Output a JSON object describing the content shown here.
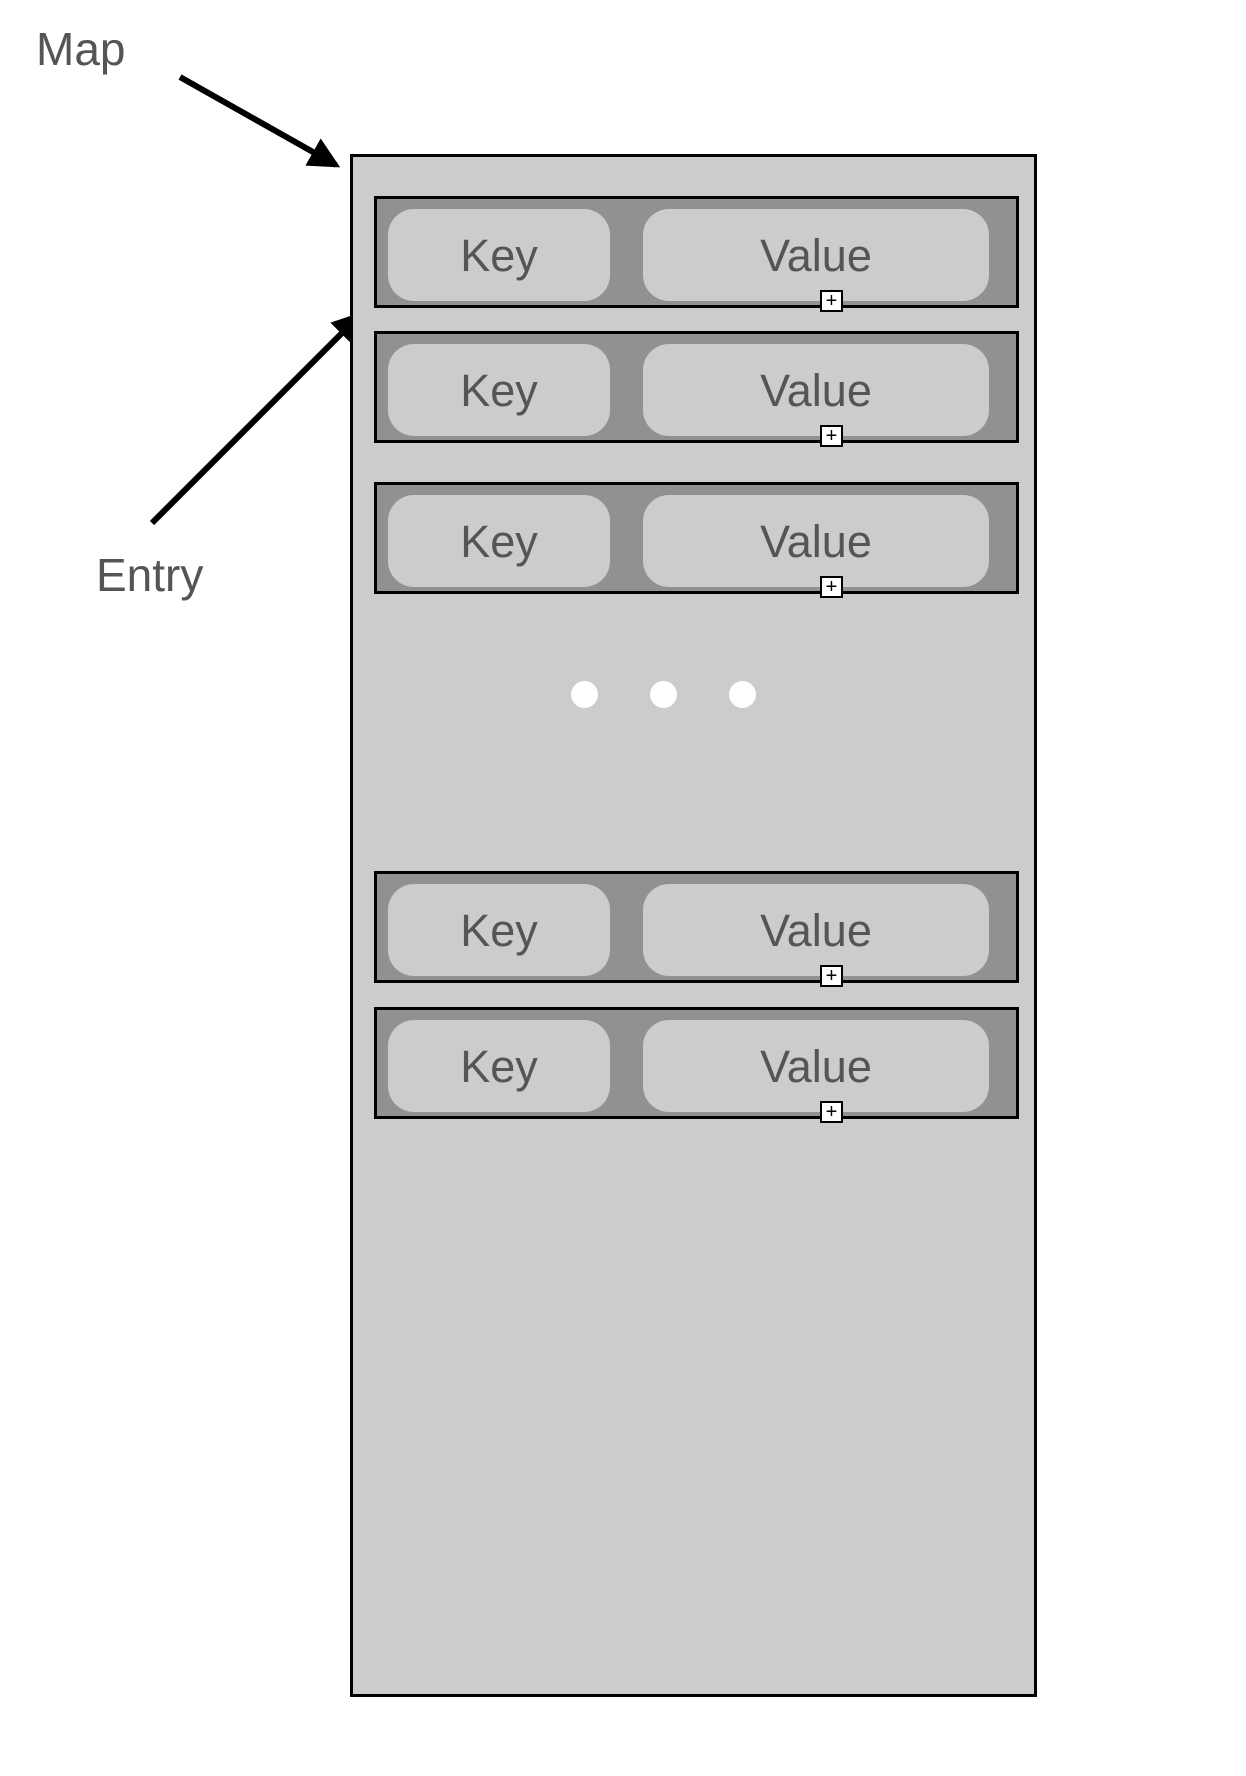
{
  "diagram": {
    "title": "Map / Entry structure diagram",
    "annotations": [
      {
        "name": "map",
        "label": "Map",
        "arrow": "arrow-to-map-container"
      },
      {
        "name": "entry",
        "label": "Entry",
        "arrow": "arrow-to-entry-row"
      }
    ],
    "container": {
      "name": "map",
      "fill": "#cccccc",
      "stroke": "#000000"
    },
    "entry_defaults": {
      "fill": "#919191",
      "stroke": "#000000",
      "pill_fill": "#cccccc",
      "text_color": "#555555",
      "marker_glyph": "+"
    },
    "entries": [
      {
        "key_label": "Key",
        "value_label": "Value",
        "marker": "+"
      },
      {
        "key_label": "Key",
        "value_label": "Value",
        "marker": "+"
      },
      {
        "key_label": "Key",
        "value_label": "Value",
        "marker": "+"
      },
      {
        "key_label": "Key",
        "value_label": "Value",
        "marker": "+"
      },
      {
        "key_label": "Key",
        "value_label": "Value",
        "marker": "+"
      }
    ],
    "ellipsis": {
      "name": "continuation-ellipsis",
      "dot_count": 3,
      "dot_color": "#ffffff"
    }
  }
}
